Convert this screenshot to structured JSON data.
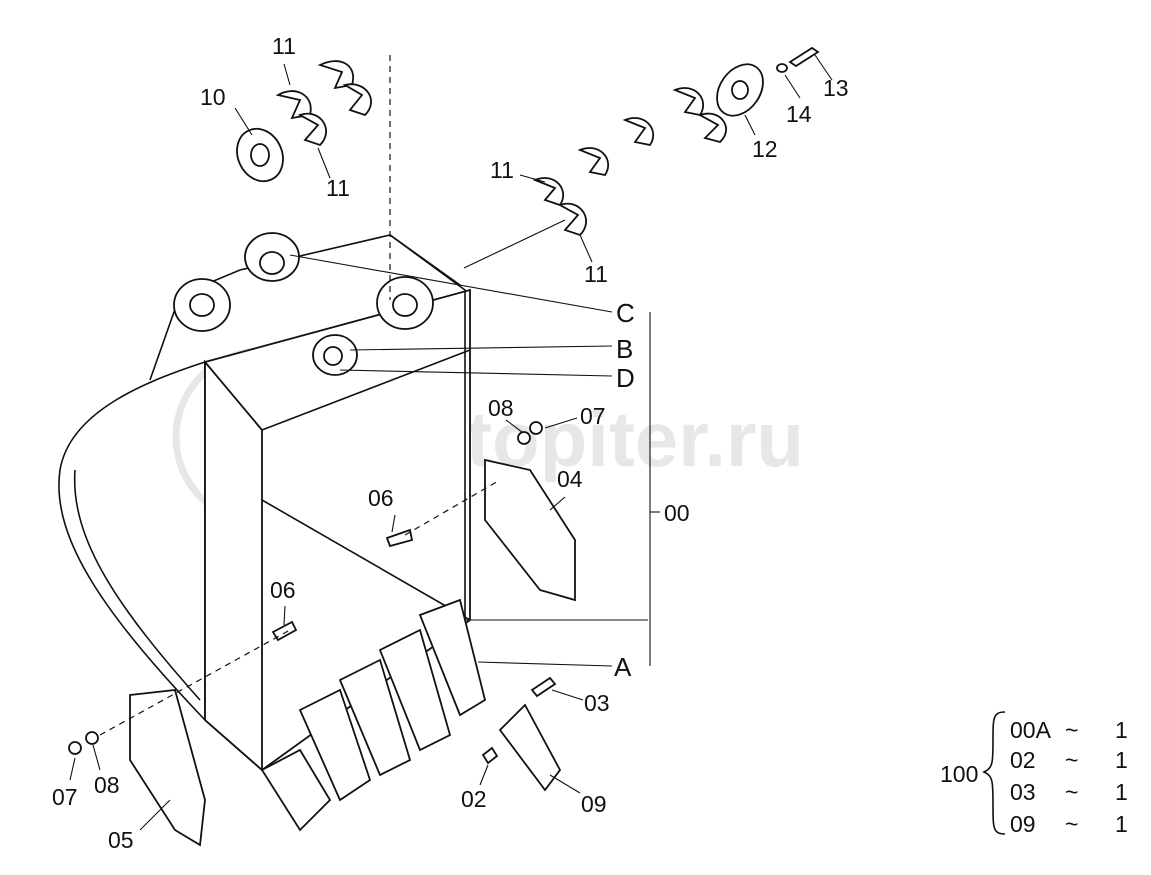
{
  "watermark": "autopiter.ru",
  "labels": {
    "p00": "00",
    "p02": "02",
    "p03": "03",
    "p04": "04",
    "p05": "05",
    "p06a": "06",
    "p06b": "06",
    "p07a": "07",
    "p07b": "07",
    "p08a": "08",
    "p08b": "08",
    "p09": "09",
    "p10": "10",
    "p11a": "11",
    "p11b": "11",
    "p11c": "11",
    "p11d": "11",
    "p12": "12",
    "p13": "13",
    "p14": "14",
    "A": "A",
    "B": "B",
    "C": "C",
    "D": "D"
  },
  "kit": {
    "number": "100",
    "rows": [
      {
        "code": "00A",
        "sep": "~",
        "qty": "1"
      },
      {
        "code": "02",
        "sep": "~",
        "qty": "1"
      },
      {
        "code": "03",
        "sep": "~",
        "qty": "1"
      },
      {
        "code": "09",
        "sep": "~",
        "qty": "1"
      }
    ]
  },
  "colors": {
    "line": "#111111",
    "watermark": "#e7e7e7"
  }
}
